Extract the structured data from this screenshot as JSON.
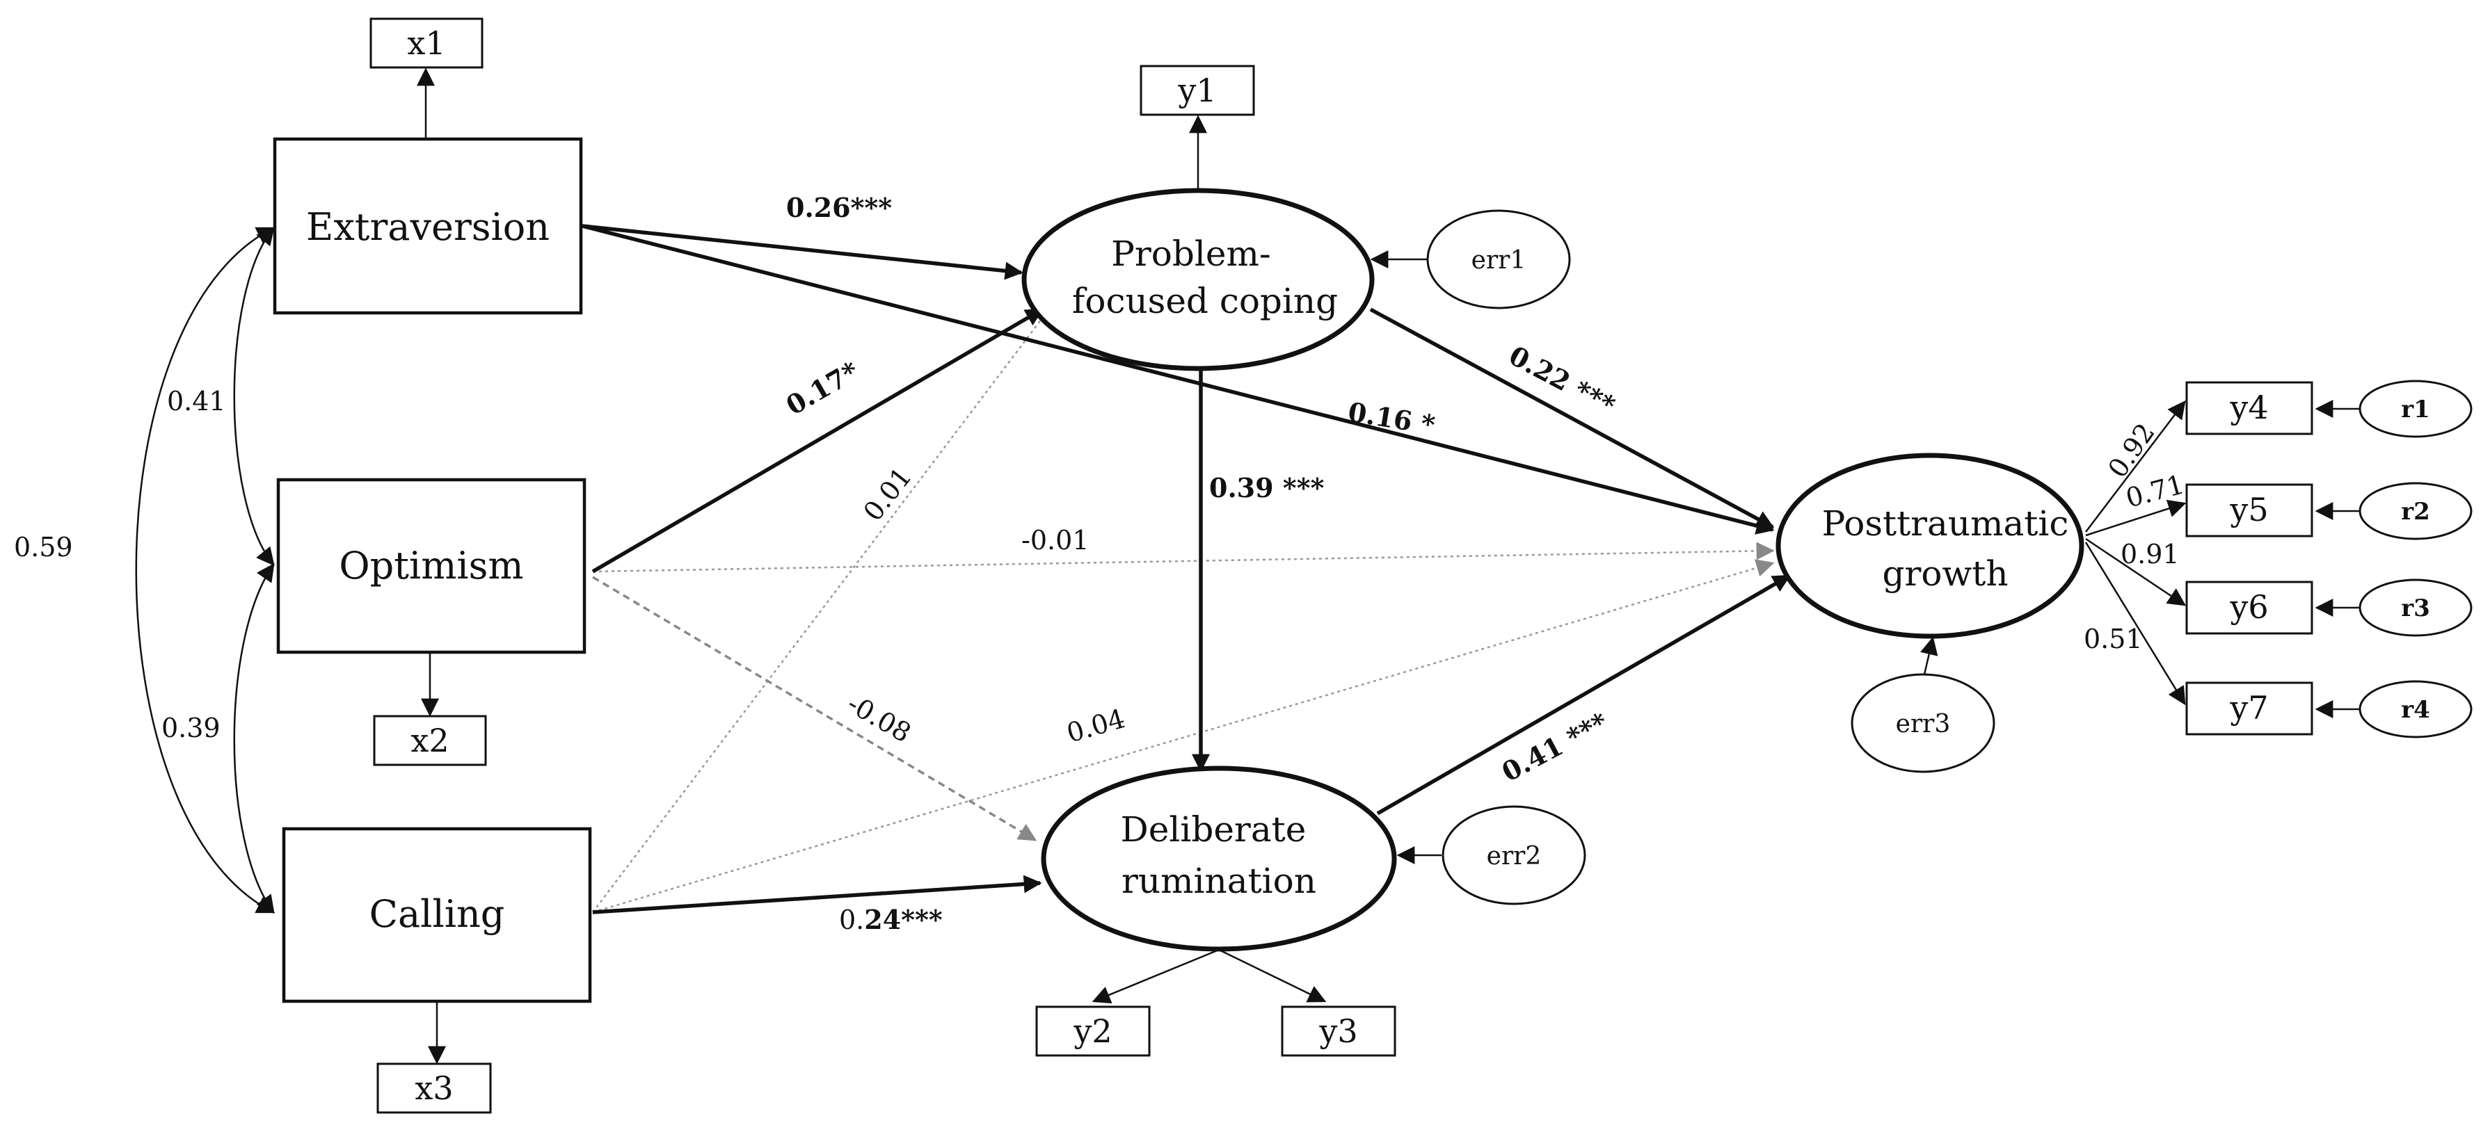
{
  "exogenous": {
    "extraversion": "Extraversion",
    "optimism": "Optimism",
    "calling": "Calling"
  },
  "indicators": {
    "x1": "x1",
    "x2": "x2",
    "x3": "x3",
    "y1": "y1",
    "y2": "y2",
    "y3": "y3",
    "y4": "y4",
    "y5": "y5",
    "y6": "y6",
    "y7": "y7"
  },
  "latents": {
    "problem_coping_line1": "Problem-",
    "problem_coping_line2": "focused coping",
    "rumination_line1": "Deliberate",
    "rumination_line2": "rumination",
    "growth_line1": "Posttraumatic",
    "growth_line2": "growth"
  },
  "errors": {
    "err1": "err1",
    "err2": "err2",
    "err3": "err3",
    "r1": "r1",
    "r2": "r2",
    "r3": "r3",
    "r4": "r4"
  },
  "correlations": {
    "extraversion_optimism": "0.41",
    "optimism_calling": "0.39",
    "extraversion_calling": "0.59"
  },
  "paths": {
    "extraversion_coping": "0.26***",
    "extraversion_growth": "0.16 *",
    "optimism_coping": "0.17*",
    "optimism_growth": "-0.01",
    "optimism_rumination": "-0.08",
    "calling_coping": "0.01",
    "calling_growth": "0.04",
    "calling_rumination_prefix": "0.",
    "calling_rumination_bold": "24***",
    "coping_growth": "0.22 ***",
    "coping_rumination": "0.39 ***",
    "rumination_growth": "0.41 ***"
  },
  "loadings": {
    "y4": "0.92",
    "y5": "0.71",
    "y6": "0.91",
    "y7": "0.51"
  }
}
